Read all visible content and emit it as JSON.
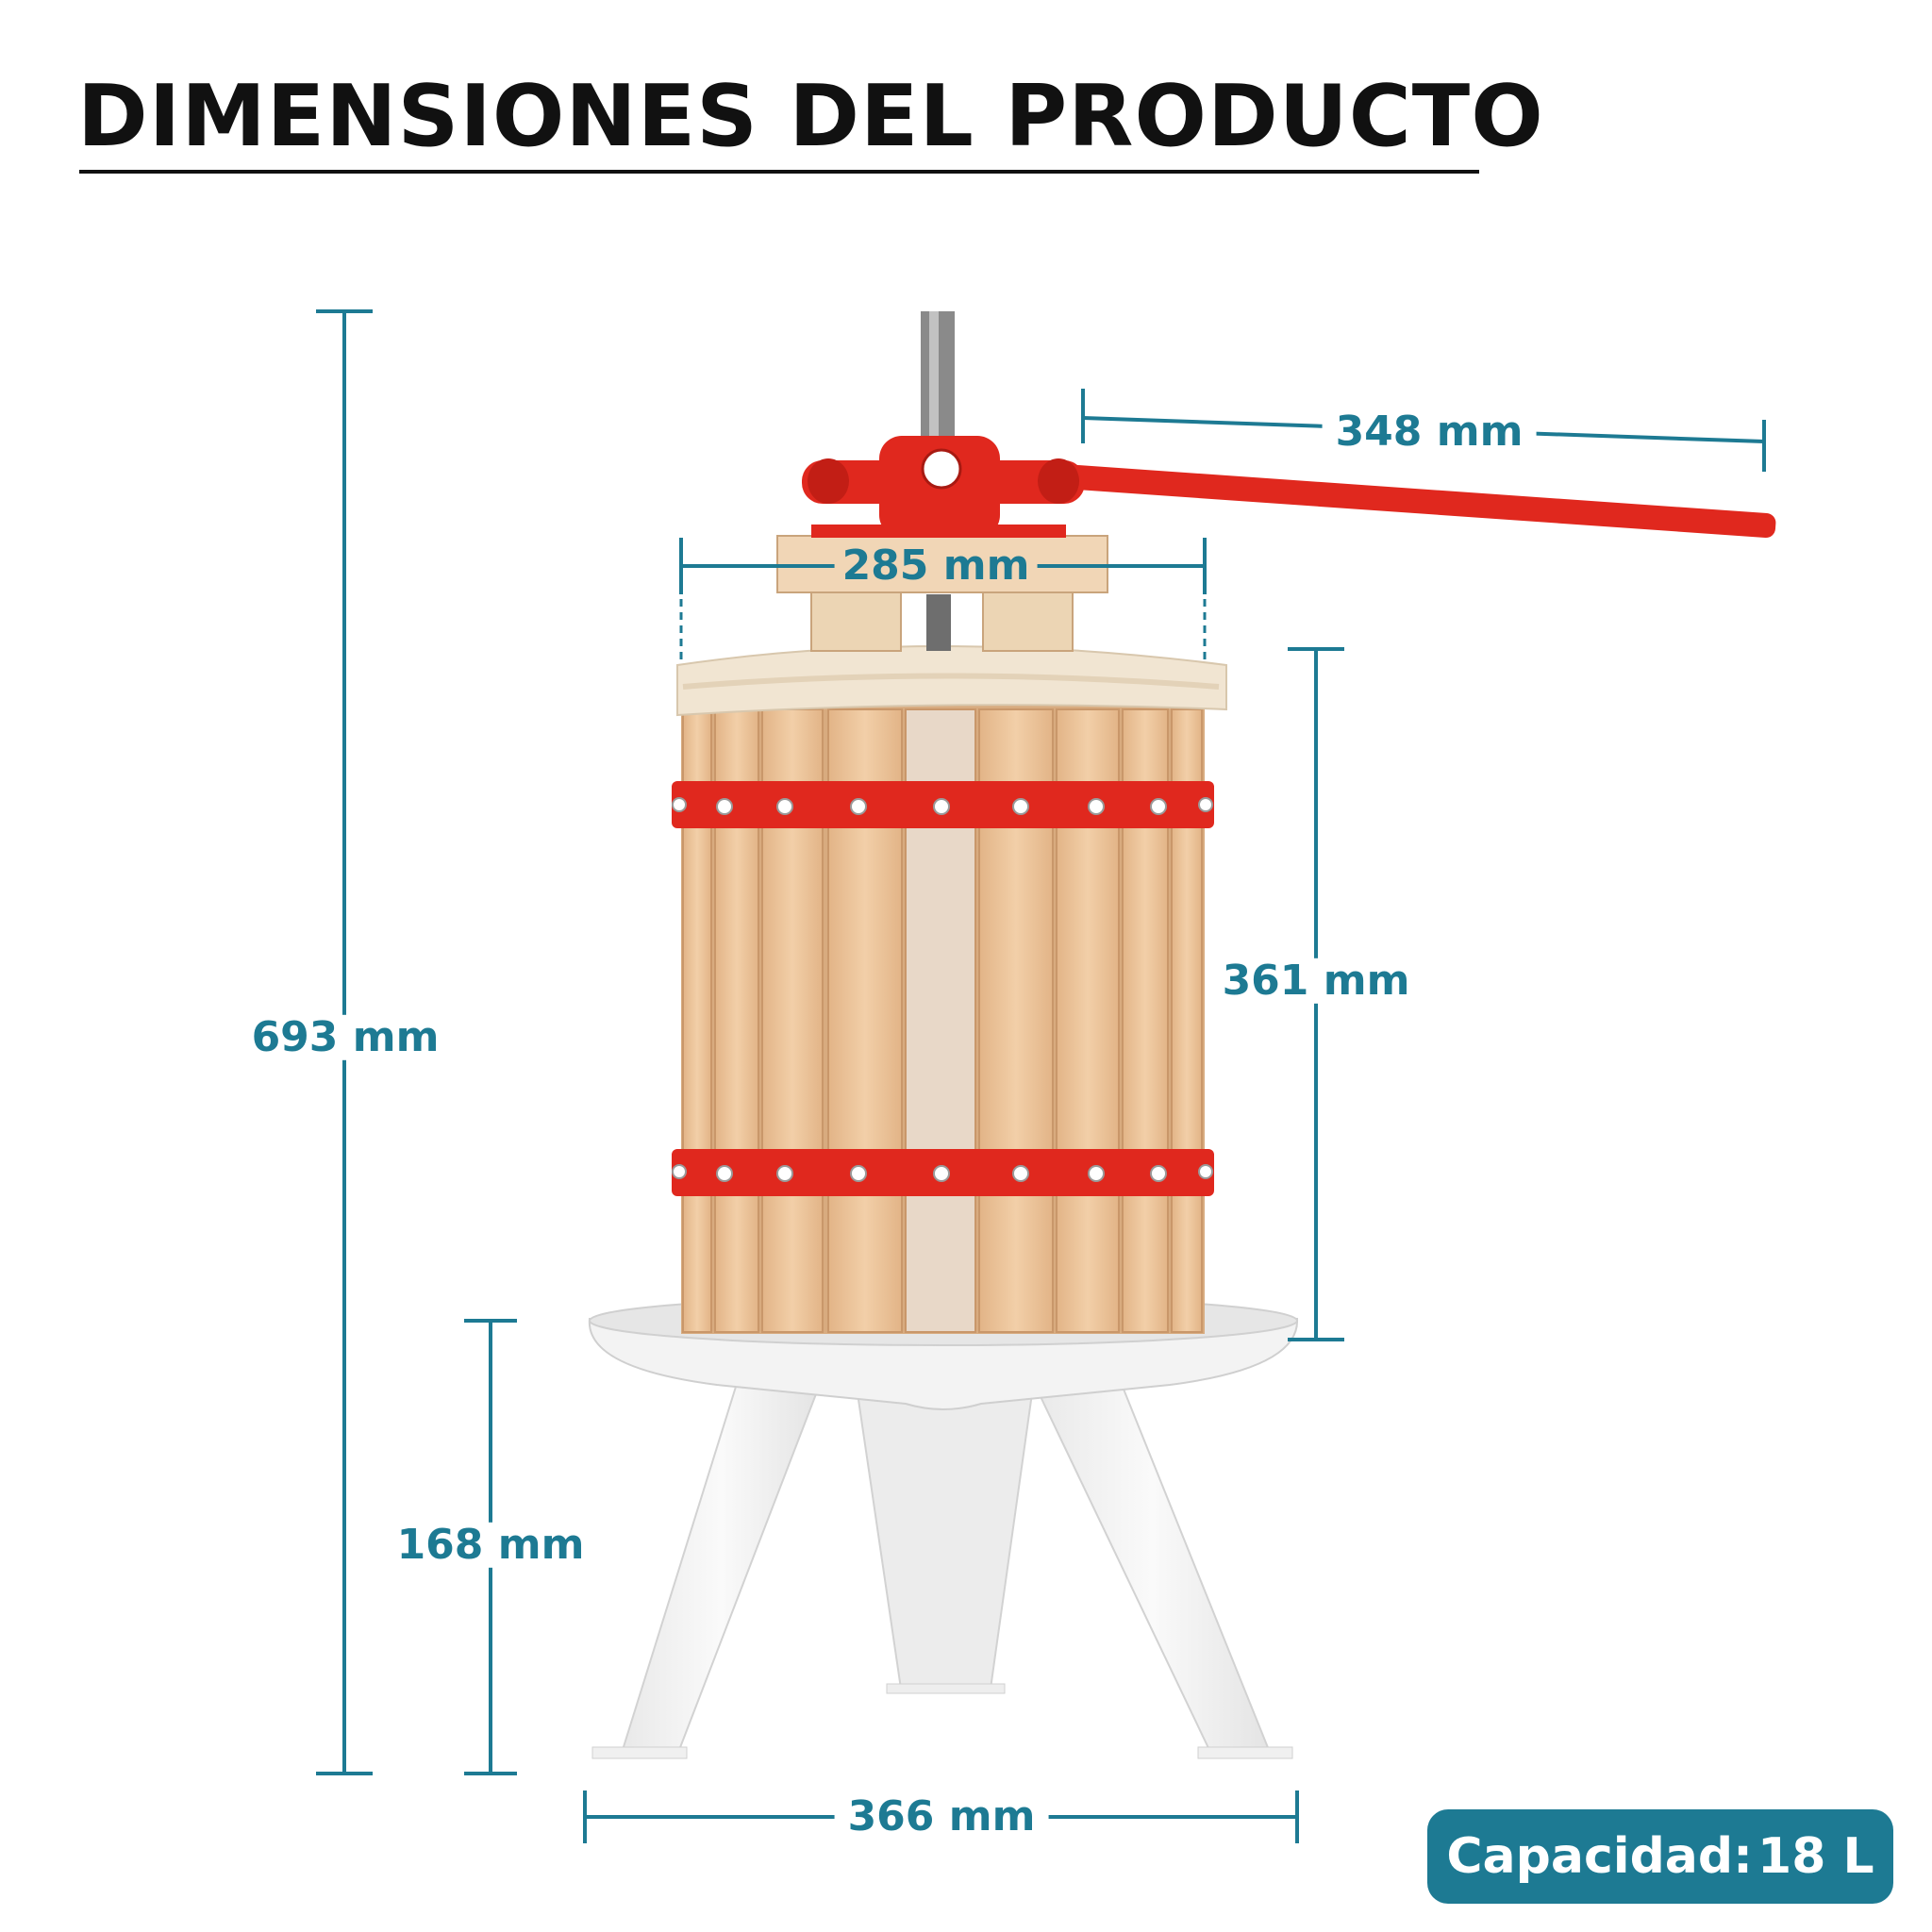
{
  "title": "DIMENSIONES DEL PRODUCTO",
  "colors": {
    "accent": "#1d7a93",
    "title": "#111111",
    "press_red": "#e0281e",
    "wood": "#eac49c",
    "base": "#f5f5f5"
  },
  "dimensions": {
    "total_height": "693 mm",
    "barrel_height": "361 mm",
    "leg_height": "168 mm",
    "base_width": "366 mm",
    "top_width": "285 mm",
    "handle_length": "348 mm"
  },
  "badge": {
    "label": "Capacidad:",
    "value": "18 L"
  }
}
